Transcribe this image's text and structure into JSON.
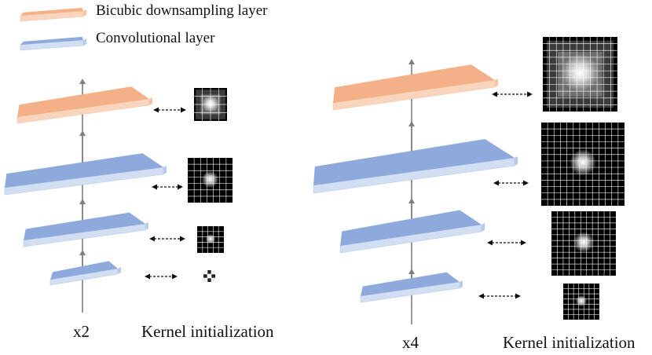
{
  "legend": [
    {
      "label": "Bicubic downsampling layer",
      "kind": "bicubic"
    },
    {
      "label": "Convolutional layer",
      "kind": "conv"
    }
  ],
  "colors": {
    "bicubic_top": "#f4b187",
    "bicubic_front": "#fad5bd",
    "bicubic_side": "#f7c5a4",
    "conv_top": "#8eaadc",
    "conv_front": "#d2def2",
    "conv_side": "#b9cbea",
    "arrow": "#7f7f7f",
    "link": "#111111",
    "kernel_bg": "#000000",
    "kernel_grid": "#ffffff"
  },
  "panels": [
    {
      "id": "x2",
      "scale_label": "x2",
      "kernel_label": "Kernel initialization",
      "layers": [
        {
          "kind": "bicubic",
          "kernel_cells": 4,
          "blob": 0.16,
          "kernel_style": "bicubic"
        },
        {
          "kind": "conv",
          "kernel_cells": 7,
          "blob": 0.12,
          "kernel_style": "soft"
        },
        {
          "kind": "conv",
          "kernel_cells": 5,
          "blob": 0.12,
          "kernel_style": "soft"
        },
        {
          "kind": "conv",
          "kernel_cells": 3,
          "blob": 0.2,
          "kernel_style": "checker"
        }
      ]
    },
    {
      "id": "x4",
      "scale_label": "x4",
      "kernel_label": "Kernel initialization",
      "layers": [
        {
          "kind": "bicubic",
          "kernel_cells": 11,
          "blob": 0.16,
          "kernel_style": "bicubic"
        },
        {
          "kind": "conv",
          "kernel_cells": 13,
          "blob": 0.07,
          "kernel_style": "soft"
        },
        {
          "kind": "conv",
          "kernel_cells": 11,
          "blob": 0.08,
          "kernel_style": "soft"
        },
        {
          "kind": "conv",
          "kernel_cells": 7,
          "blob": 0.1,
          "kernel_style": "soft"
        }
      ]
    }
  ]
}
